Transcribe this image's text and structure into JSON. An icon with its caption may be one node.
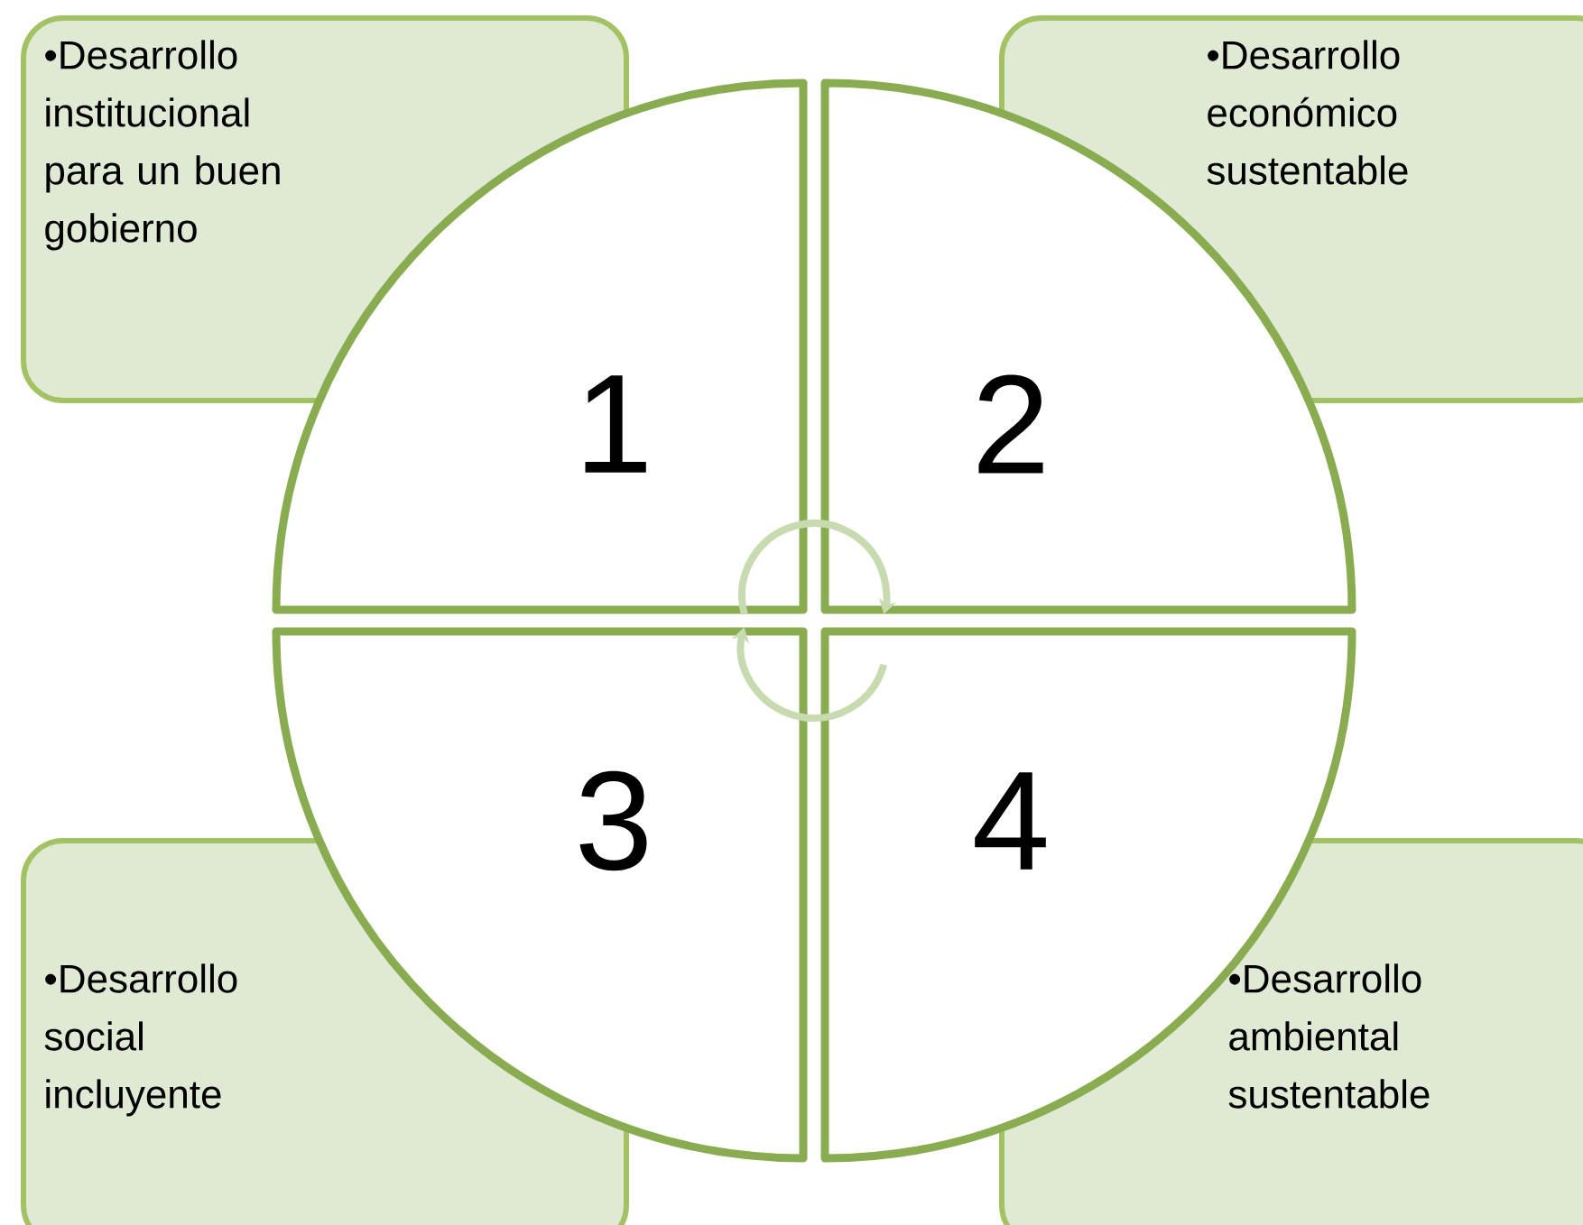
{
  "diagram": {
    "nodes": [
      {
        "text": [
          "•Desarrollo institucional para un buen gobierno"
        ]
      },
      {
        "text": [
          "•Desarrollo económico sustentable"
        ]
      },
      {
        "text": [
          "•Desarrollo social incluyente"
        ]
      },
      {
        "text": [
          "•Desarrollo ambiental sustentable"
        ]
      },
      {
        "text": [
          "1"
        ]
      },
      {
        "text": [
          "2"
        ]
      },
      {
        "text": [
          "3"
        ]
      },
      {
        "text": [
          "4"
        ]
      }
    ],
    "edges": [
      {
        "from": 4,
        "to": 5,
        "arrow": "to"
      },
      {
        "from": 7,
        "to": 6,
        "arrow": "to"
      }
    ]
  }
}
